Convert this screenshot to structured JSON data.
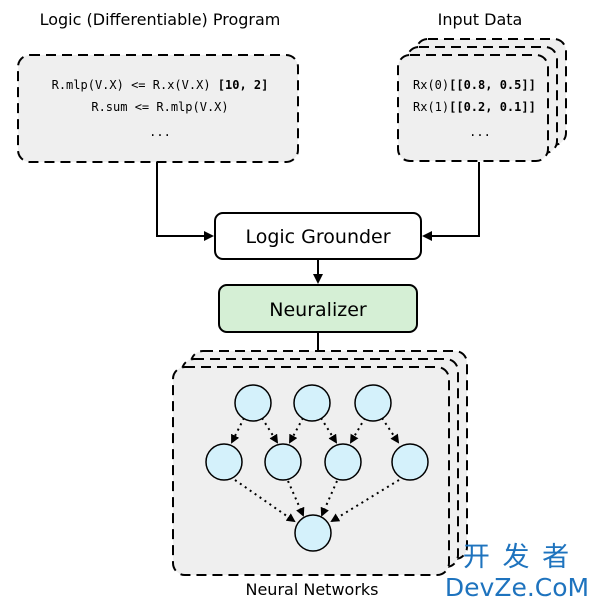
{
  "program": {
    "title": "Logic (Differentiable) Program",
    "line1": "R.mlp(V.X) <= R.x(V.X)",
    "line1_bold": "[10, 2]",
    "line2": "R.sum <= R.mlp(V.X)",
    "ellipsis": "..."
  },
  "input": {
    "title": "Input Data",
    "row1_prefix": "Rx(0)",
    "row1_value": "[[0.8, 0.5]]",
    "row2_prefix": "Rx(1)",
    "row2_value": "[[0.2, 0.1]]",
    "ellipsis": "..."
  },
  "grounder": {
    "label": "Logic Grounder"
  },
  "neuralizer": {
    "label": "Neuralizer",
    "color": "#d5efd5"
  },
  "networks": {
    "label": "Neural Networks",
    "node_color": "#d4f1fb"
  },
  "watermark": {
    "line1": "开 发 者",
    "line2": "DevZe.CoM",
    "color": "#1e73be"
  }
}
